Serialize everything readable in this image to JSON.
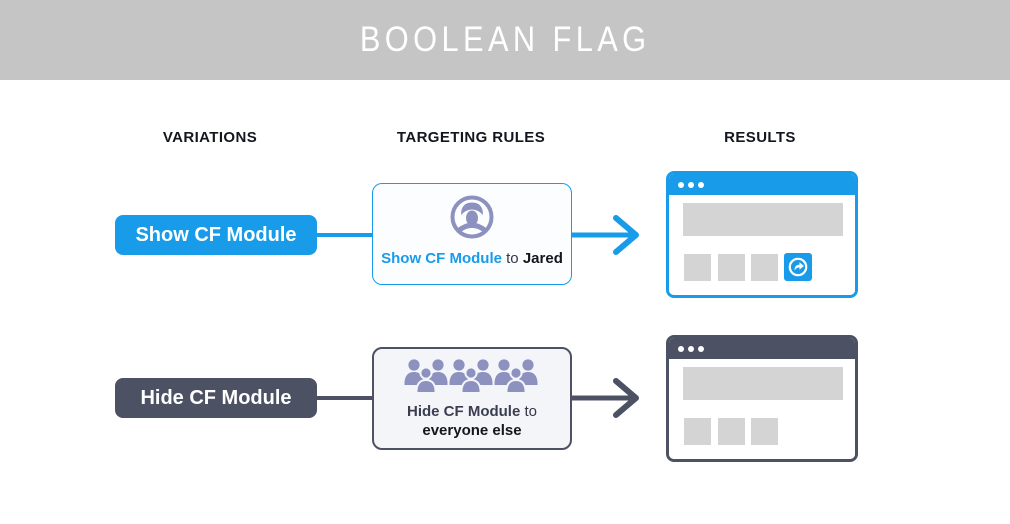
{
  "banner": {
    "title": "BOOLEAN FLAG",
    "bg_color": "#c5c5c5",
    "text_color": "#ffffff"
  },
  "columns": [
    {
      "label": "VARIATIONS"
    },
    {
      "label": "TARGETING RULES"
    },
    {
      "label": "RESULTS"
    }
  ],
  "colors": {
    "accent_blue": "#189ce9",
    "accent_dark": "#4d5164",
    "icon_purple": "#8c91bf",
    "placeholder_gray": "#d4d4d4"
  },
  "rows": [
    {
      "variation_label": "Show CF Module",
      "rule": {
        "icon": "user-circle-icon",
        "flag_text": "Show CF Module",
        "to_word": "to",
        "target_text": "Jared"
      },
      "result": {
        "window_theme": "blue",
        "shows_cf_module": true
      }
    },
    {
      "variation_label": "Hide CF Module",
      "rule": {
        "icon": "crowd-icon",
        "flag_text": "Hide CF Module",
        "to_word": "to",
        "target_text": "everyone else"
      },
      "result": {
        "window_theme": "dark",
        "shows_cf_module": false
      }
    }
  ]
}
